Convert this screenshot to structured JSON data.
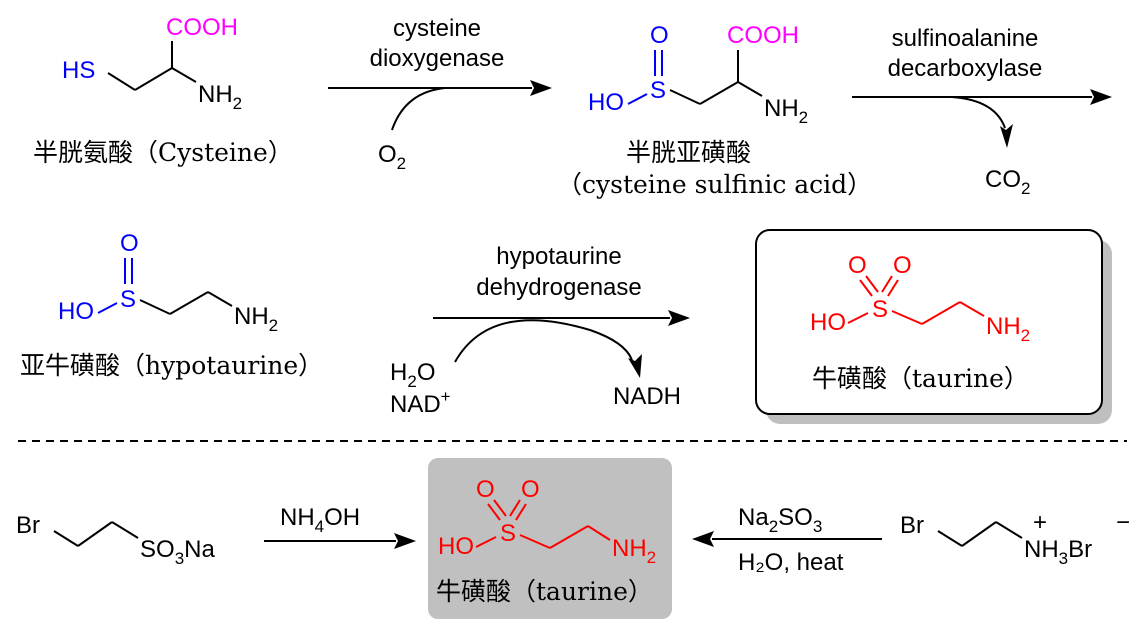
{
  "reactions": {
    "cysteine_dioxygenase": {
      "line1": "cysteine",
      "line2": "dioxygenase",
      "o2": "O",
      "o2_sub": "2"
    },
    "sulfinoalanine_decarboxylase": {
      "line1": "sulfinoalanine",
      "line2": "decarboxylase",
      "co2": "CO",
      "co2_sub": "2"
    },
    "hypotaurine_dehydrogenase": {
      "line1": "hypotaurine",
      "line2": "dehydrogenase",
      "h2o_h": "H",
      "h2o_sub": "2",
      "h2o_o": "O",
      "nad": "NAD",
      "nad_sup": "+",
      "nadh": "NADH"
    },
    "ammonolysis": {
      "reagent": "NH",
      "reagent_sub": "4",
      "reagent_tail": "OH"
    },
    "sulfite": {
      "reagent": "Na",
      "reagent_sub1": "2",
      "reagent_mid": "SO",
      "reagent_sub2": "3",
      "conditions": "H₂O, heat"
    }
  },
  "compounds": {
    "cysteine": {
      "name": "半胱氨酸（Cysteine）",
      "cooh": "COOH",
      "sh": "HS",
      "nh": "NH",
      "nh_sub": "2"
    },
    "cysteine_sulfinic_acid": {
      "name": "半胱亚磺酸",
      "name_en": "（cysteine sulfinic acid）",
      "cooh": "COOH",
      "o": "O",
      "s": "S",
      "ho": "HO",
      "nh": "NH",
      "nh_sub": "2"
    },
    "hypotaurine": {
      "name": "亚牛磺酸（hypotaurine）",
      "o": "O",
      "s": "S",
      "ho": "HO",
      "nh": "NH",
      "nh_sub": "2"
    },
    "taurine_boxed": {
      "name": "牛磺酸（taurine）",
      "o1": "O",
      "o2": "O",
      "s": "S",
      "ho": "HO",
      "nh": "NH",
      "nh_sub": "2"
    },
    "taurine_shaded": {
      "name": "牛磺酸（taurine）",
      "o1": "O",
      "o2": "O",
      "s": "S",
      "ho": "HO",
      "nh": "NH",
      "nh_sub": "2"
    },
    "bromoethanesulfonate": {
      "br": "Br",
      "so": "SO",
      "so_sub": "3",
      "na": "Na"
    },
    "bromoethylammonium": {
      "br": "Br",
      "nh": "NH",
      "nh_sub": "3",
      "plus": "+",
      "br2": "Br",
      "minus": "−"
    }
  },
  "colors": {
    "black": "#000000",
    "blue": "#0000ff",
    "red": "#ff0000",
    "magenta": "#ff00ff",
    "box_shadow": "#bfbfbf",
    "shaded_box": "#c0c0c0"
  }
}
